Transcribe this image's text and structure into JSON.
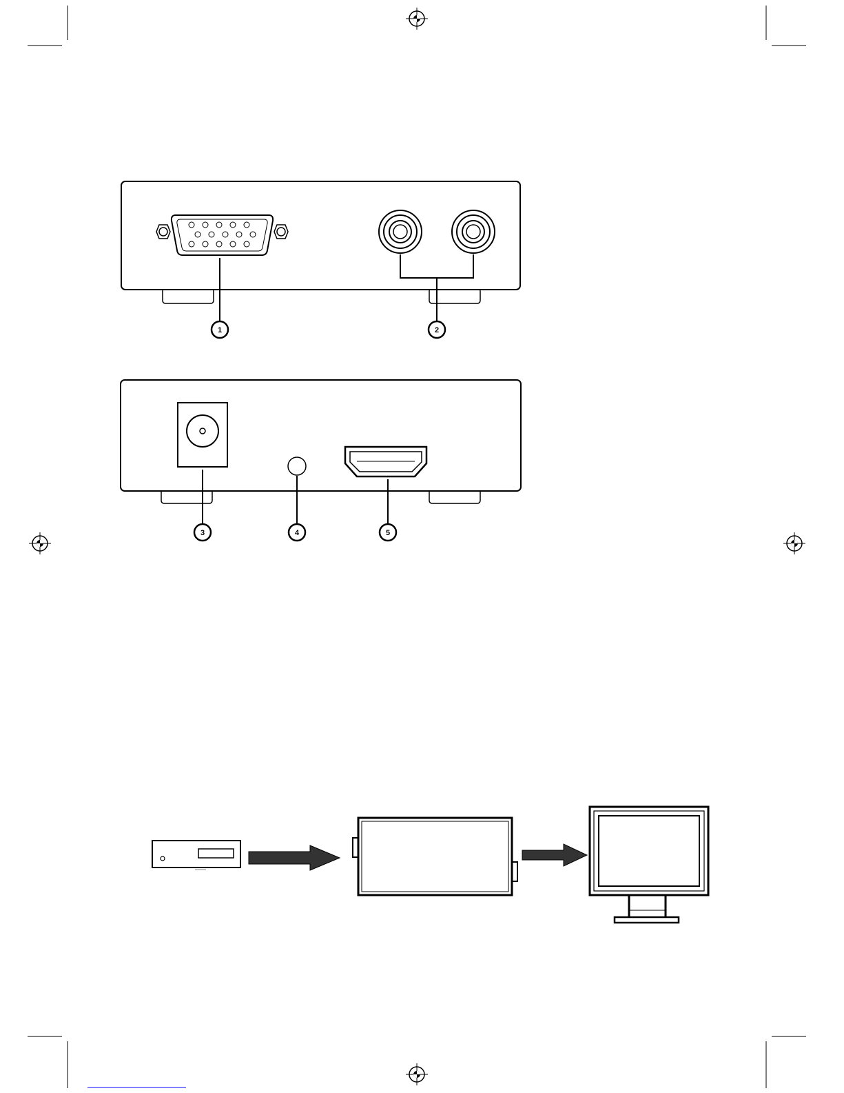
{
  "page": {
    "background": "#ffffff",
    "ink": "#000000"
  },
  "diagrams": {
    "front_panel": {
      "callouts": [
        {
          "number": "1",
          "target": "vga-port"
        },
        {
          "number": "2",
          "target": "rca-audio-jacks"
        }
      ]
    },
    "rear_panel": {
      "callouts": [
        {
          "number": "3",
          "target": "dc-power-jack"
        },
        {
          "number": "4",
          "target": "indicator-led"
        },
        {
          "number": "5",
          "target": "hdmi-port"
        }
      ]
    },
    "connection_flow": {
      "nodes": [
        {
          "icon": "source-device-icon"
        },
        {
          "icon": "converter-box-icon"
        },
        {
          "icon": "monitor-icon"
        }
      ],
      "arrows": 2
    }
  },
  "footer_link_color": "#0000ff"
}
